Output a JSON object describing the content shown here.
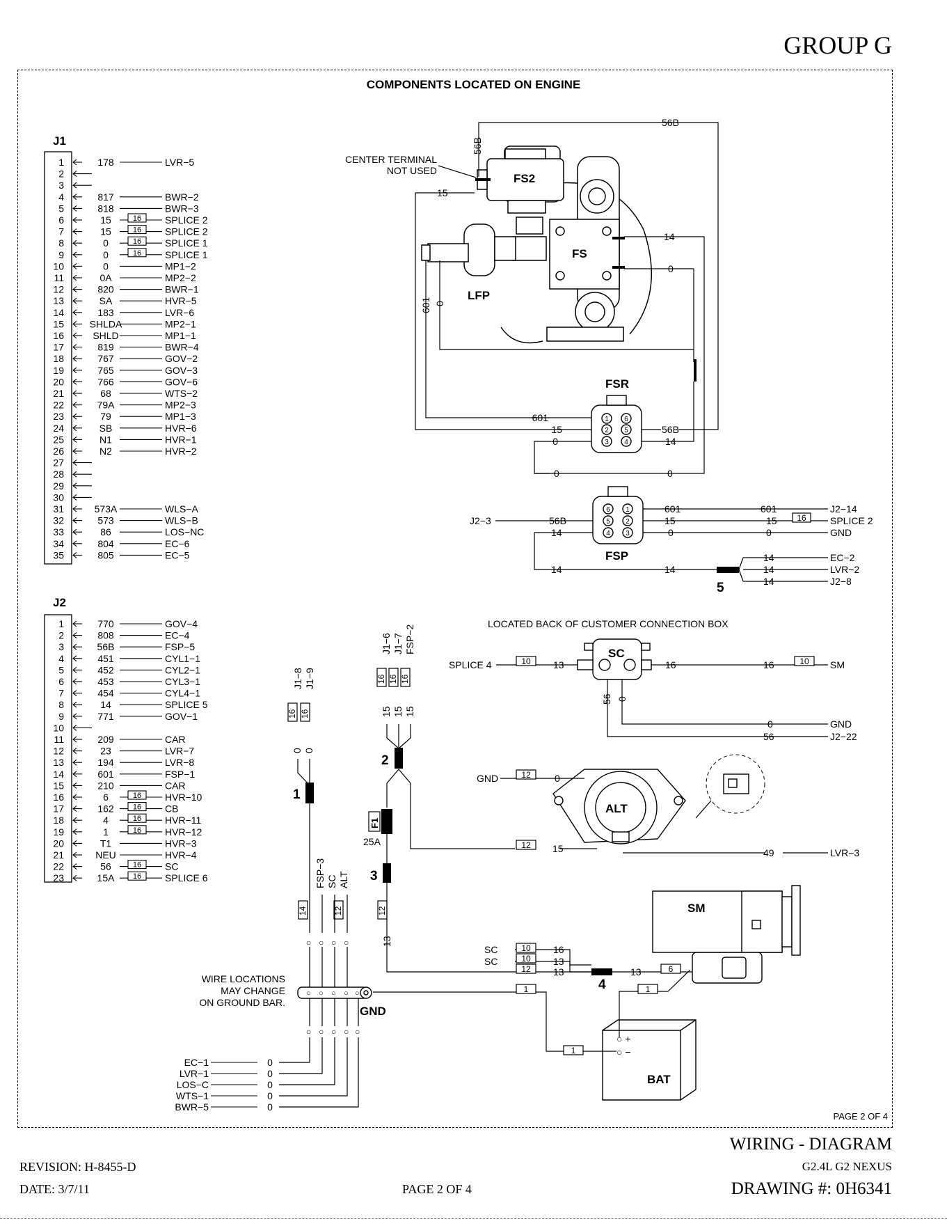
{
  "header": {
    "group_title": "GROUP G",
    "section_title": "COMPONENTS LOCATED ON ENGINE"
  },
  "j1": {
    "title": "J1",
    "rows": [
      {
        "pin": "1",
        "wire": "178",
        "dest": "LVR−5",
        "box": ""
      },
      {
        "pin": "2",
        "wire": "",
        "dest": "",
        "box": ""
      },
      {
        "pin": "3",
        "wire": "",
        "dest": "",
        "box": ""
      },
      {
        "pin": "4",
        "wire": "817",
        "dest": "BWR−2",
        "box": ""
      },
      {
        "pin": "5",
        "wire": "818",
        "dest": "BWR−3",
        "box": ""
      },
      {
        "pin": "6",
        "wire": "15",
        "dest": "SPLICE 2",
        "box": "16"
      },
      {
        "pin": "7",
        "wire": "15",
        "dest": "SPLICE 2",
        "box": "16"
      },
      {
        "pin": "8",
        "wire": "0",
        "dest": "SPLICE 1",
        "box": "16"
      },
      {
        "pin": "9",
        "wire": "0",
        "dest": "SPLICE 1",
        "box": "16"
      },
      {
        "pin": "10",
        "wire": "0",
        "dest": "MP1−2",
        "box": ""
      },
      {
        "pin": "11",
        "wire": "0A",
        "dest": "MP2−2",
        "box": ""
      },
      {
        "pin": "12",
        "wire": "820",
        "dest": "BWR−1",
        "box": ""
      },
      {
        "pin": "13",
        "wire": "SA",
        "dest": "HVR−5",
        "box": ""
      },
      {
        "pin": "14",
        "wire": "183",
        "dest": "LVR−6",
        "box": ""
      },
      {
        "pin": "15",
        "wire": "SHLDA",
        "dest": "MP2−1",
        "box": ""
      },
      {
        "pin": "16",
        "wire": "SHLD",
        "dest": "MP1−1",
        "box": ""
      },
      {
        "pin": "17",
        "wire": "819",
        "dest": "BWR−4",
        "box": ""
      },
      {
        "pin": "18",
        "wire": "767",
        "dest": "GOV−2",
        "box": ""
      },
      {
        "pin": "19",
        "wire": "765",
        "dest": "GOV−3",
        "box": ""
      },
      {
        "pin": "20",
        "wire": "766",
        "dest": "GOV−6",
        "box": ""
      },
      {
        "pin": "21",
        "wire": "68",
        "dest": "WTS−2",
        "box": ""
      },
      {
        "pin": "22",
        "wire": "79A",
        "dest": "MP2−3",
        "box": ""
      },
      {
        "pin": "23",
        "wire": "79",
        "dest": "MP1−3",
        "box": ""
      },
      {
        "pin": "24",
        "wire": "SB",
        "dest": "HVR−6",
        "box": ""
      },
      {
        "pin": "25",
        "wire": "N1",
        "dest": "HVR−1",
        "box": ""
      },
      {
        "pin": "26",
        "wire": "N2",
        "dest": "HVR−2",
        "box": ""
      },
      {
        "pin": "27",
        "wire": "",
        "dest": "",
        "box": ""
      },
      {
        "pin": "28",
        "wire": "",
        "dest": "",
        "box": ""
      },
      {
        "pin": "29",
        "wire": "",
        "dest": "",
        "box": ""
      },
      {
        "pin": "30",
        "wire": "",
        "dest": "",
        "box": ""
      },
      {
        "pin": "31",
        "wire": "573A",
        "dest": "WLS−A",
        "box": ""
      },
      {
        "pin": "32",
        "wire": "573",
        "dest": "WLS−B",
        "box": ""
      },
      {
        "pin": "33",
        "wire": "86",
        "dest": "LOS−NC",
        "box": ""
      },
      {
        "pin": "34",
        "wire": "804",
        "dest": "EC−6",
        "box": ""
      },
      {
        "pin": "35",
        "wire": "805",
        "dest": "EC−5",
        "box": ""
      }
    ]
  },
  "j2": {
    "title": "J2",
    "rows": [
      {
        "pin": "1",
        "wire": "770",
        "dest": "GOV−4",
        "box": ""
      },
      {
        "pin": "2",
        "wire": "808",
        "dest": "EC−4",
        "box": ""
      },
      {
        "pin": "3",
        "wire": "56B",
        "dest": "FSP−5",
        "box": ""
      },
      {
        "pin": "4",
        "wire": "451",
        "dest": "CYL1−1",
        "box": ""
      },
      {
        "pin": "5",
        "wire": "452",
        "dest": "CYL2−1",
        "box": ""
      },
      {
        "pin": "6",
        "wire": "453",
        "dest": "CYL3−1",
        "box": ""
      },
      {
        "pin": "7",
        "wire": "454",
        "dest": "CYL4−1",
        "box": ""
      },
      {
        "pin": "8",
        "wire": "14",
        "dest": "SPLICE 5",
        "box": ""
      },
      {
        "pin": "9",
        "wire": "771",
        "dest": "GOV−1",
        "box": ""
      },
      {
        "pin": "10",
        "wire": "",
        "dest": "",
        "box": ""
      },
      {
        "pin": "11",
        "wire": "209",
        "dest": "CAR",
        "box": ""
      },
      {
        "pin": "12",
        "wire": "23",
        "dest": "LVR−7",
        "box": ""
      },
      {
        "pin": "13",
        "wire": "194",
        "dest": "LVR−8",
        "box": ""
      },
      {
        "pin": "14",
        "wire": "601",
        "dest": "FSP−1",
        "box": ""
      },
      {
        "pin": "15",
        "wire": "210",
        "dest": "CAR",
        "box": ""
      },
      {
        "pin": "16",
        "wire": "6",
        "dest": "HVR−10",
        "box": "16"
      },
      {
        "pin": "17",
        "wire": "162",
        "dest": "CB",
        "box": "16"
      },
      {
        "pin": "18",
        "wire": "4",
        "dest": "HVR−11",
        "box": "16"
      },
      {
        "pin": "19",
        "wire": "1",
        "dest": "HVR−12",
        "box": "16"
      },
      {
        "pin": "20",
        "wire": "T1",
        "dest": "HVR−3",
        "box": ""
      },
      {
        "pin": "21",
        "wire": "NEU",
        "dest": "HVR−4",
        "box": ""
      },
      {
        "pin": "22",
        "wire": "56",
        "dest": "SC",
        "box": "16"
      },
      {
        "pin": "23",
        "wire": "15A",
        "dest": "SPLICE 6",
        "box": "16"
      }
    ]
  },
  "components": {
    "fs2": "FS2",
    "fs": "FS",
    "lfp": "LFP",
    "fsr": "FSR",
    "fsp": "FSP",
    "sc": "SC",
    "alt": "ALT",
    "sm": "SM",
    "bat": "BAT",
    "gnd": "GND",
    "fuse": "F1",
    "fuse_rating": "25A",
    "center_terminal_1": "CENTER TERMINAL",
    "center_terminal_2": "NOT USED",
    "customer_box_note": "LOCATED BACK OF CUSTOMER CONNECTION BOX",
    "ground_note_1": "WIRE LOCATIONS",
    "ground_note_2": "MAY CHANGE",
    "ground_note_3": "ON GROUND BAR."
  },
  "splices": [
    "1",
    "2",
    "3",
    "4",
    "5"
  ],
  "ground_bar_wires": [
    {
      "dest": "EC−1",
      "wire": "0"
    },
    {
      "dest": "LVR−1",
      "wire": "0"
    },
    {
      "dest": "LOS−C",
      "wire": "0"
    },
    {
      "dest": "WTS−1",
      "wire": "0"
    },
    {
      "dest": "BWR−5",
      "wire": "0"
    }
  ],
  "footer": {
    "page_label": "PAGE 2 OF 4",
    "drawing_title": "WIRING - DIAGRAM",
    "model": "G2.4L G2 NEXUS",
    "drawing_number": "DRAWING #: 0H6341",
    "revision": "REVISION: H-8455-D",
    "date": "DATE: 3/7/11",
    "page": "PAGE 2 OF 4"
  }
}
